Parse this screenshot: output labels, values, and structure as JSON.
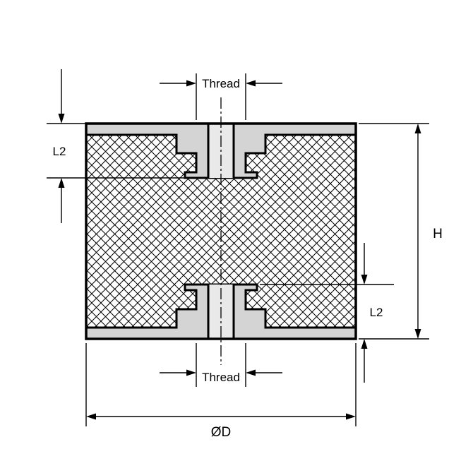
{
  "diagram": {
    "labels": {
      "thread_top": "Thread",
      "thread_bottom": "Thread",
      "l2_top": "L2",
      "l2_bottom": "L2",
      "height": "H",
      "diameter": "ØD"
    },
    "colors": {
      "line": "#000000",
      "insert_fill": "#d4d4d4",
      "thread_hole_fill": "#e9e9e9",
      "background": "#ffffff"
    }
  }
}
